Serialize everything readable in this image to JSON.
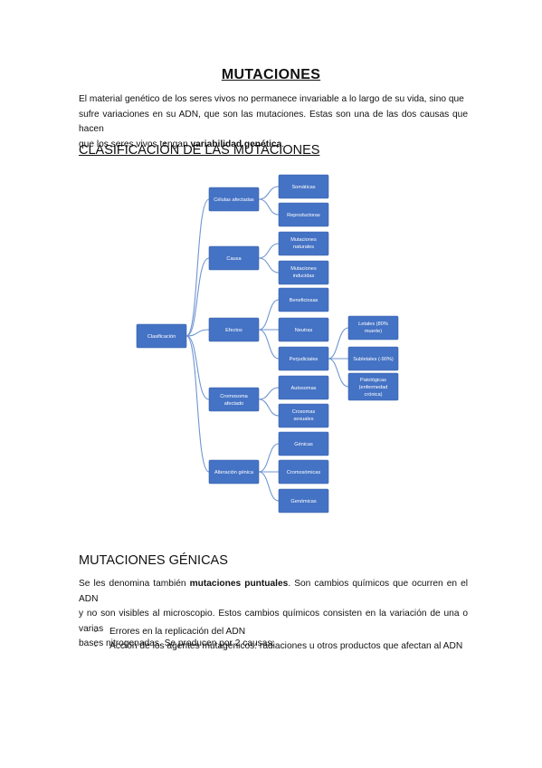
{
  "title": "MUTACIONES",
  "intro": {
    "line1": "El material genético de los seres vivos no permanece invariable a lo largo de su vida, sino que",
    "line2": "sufre variaciones en su ADN, que son las mutaciones. Estas son una de las dos causas que hacen",
    "line3_pre": "que los seres vivos tengan ",
    "line3_bold": "variabilidad genética",
    "line3_post": "."
  },
  "heading_clasificacion": "CLASIFICACIÓN DE LAS MUTACIONES",
  "diagram": {
    "root": "Clasificación",
    "cat_celulas": "Células afectadas",
    "cat_causa": "Causa",
    "cat_efectos": "Efectos",
    "cat_cromosoma": [
      "Cromosoma",
      "afectado"
    ],
    "cat_alteracion": "Alteración génica",
    "somaticas": "Somáticas",
    "reproductoras": "Reproductoras",
    "naturales": [
      "Mutaciones",
      "naturales"
    ],
    "inducidas": [
      "Mutaciones",
      "inducidas"
    ],
    "beneficiosas": "Beneficiosas",
    "neutras": "Neutras",
    "perjudiciales": "Perjudiciales",
    "letales": [
      "Letales (80%",
      "muerte)"
    ],
    "subletales": "Subletales (-90%)",
    "patologicas": [
      "Patológicas",
      "(enfermedad",
      "crónica)"
    ],
    "autosomas": "Autosomas",
    "cromosomas_sexuales": [
      "Crosomas",
      "sexuales"
    ],
    "genicas": "Génicas",
    "cromosomicas": "Cromosómicas",
    "genomicas": "Genómicas"
  },
  "heading_genicas": "MUTACIONES GÉNICAS",
  "genicas": {
    "line1_pre": "Se les denomina también ",
    "line1_bold": "mutaciones puntuales",
    "line1_post": ". Son cambios químicos que ocurren en el ADN",
    "line2": "y no son visibles al microscopio. Estos cambios químicos consisten en la variación de una o varias",
    "line3": "bases nitrogenadas. Se producen por 2 causas:"
  },
  "causas": [
    "Errores en la replicación del ADN",
    "Acción de los agentes mutagénicos: radiaciones u otros productos que afectan al ADN"
  ]
}
